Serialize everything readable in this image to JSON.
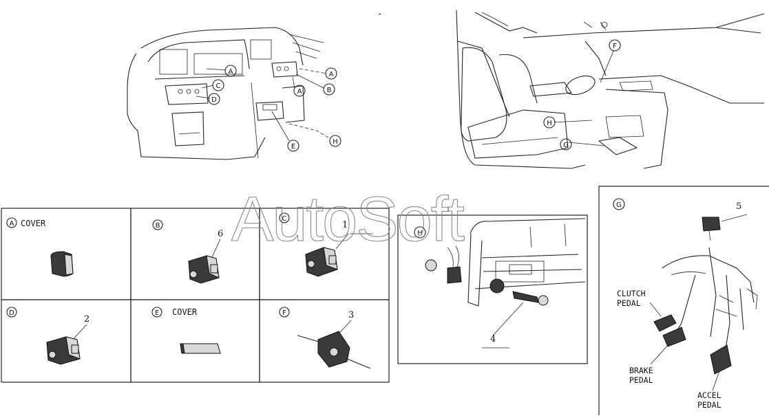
{
  "watermark": "AutoSoft",
  "overview": {
    "dashboard_callouts": [
      "A",
      "C",
      "D",
      "A",
      "A",
      "B",
      "E",
      "H"
    ],
    "cab_callouts": [
      "F",
      "H",
      "G"
    ],
    "dash_mark": "-"
  },
  "panels": [
    {
      "id": "A",
      "title": "COVER",
      "part_number": ""
    },
    {
      "id": "B",
      "title": "",
      "part_number": "6"
    },
    {
      "id": "C",
      "title": "",
      "part_number": "1"
    },
    {
      "id": "D",
      "title": "",
      "part_number": "2"
    },
    {
      "id": "E",
      "title": "COVER",
      "part_number": ""
    },
    {
      "id": "F",
      "title": "",
      "part_number": "3"
    },
    {
      "id": "H",
      "title": "",
      "part_number": "4"
    }
  ],
  "pedal_panel": {
    "id": "G",
    "part_number": "5",
    "labels": {
      "clutch_line1": "CLUTCH",
      "clutch_line2": "PEDAL",
      "brake_line1": "BRAKE",
      "brake_line2": "PEDAL",
      "accel_line1": "ACCEL",
      "accel_line2": "PEDAL"
    }
  }
}
